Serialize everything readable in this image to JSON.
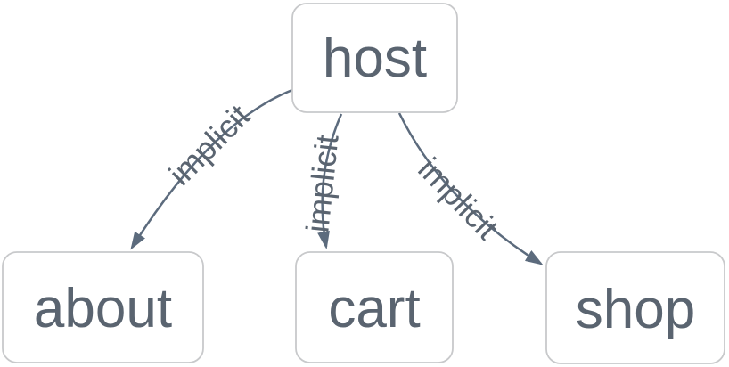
{
  "diagram": {
    "type": "dependency-graph",
    "nodes": [
      {
        "id": "host",
        "label": "host"
      },
      {
        "id": "about",
        "label": "about"
      },
      {
        "id": "cart",
        "label": "cart"
      },
      {
        "id": "shop",
        "label": "shop"
      }
    ],
    "edges": [
      {
        "from": "host",
        "to": "about",
        "label": "implicit"
      },
      {
        "from": "host",
        "to": "cart",
        "label": "implicit"
      },
      {
        "from": "host",
        "to": "shop",
        "label": "implicit"
      }
    ],
    "colors": {
      "node_fill": "#ffffff",
      "node_border": "#c8c9cb",
      "node_text": "#5a6470",
      "edge": "#5c6b7d",
      "edge_label": "#5a6470"
    }
  }
}
